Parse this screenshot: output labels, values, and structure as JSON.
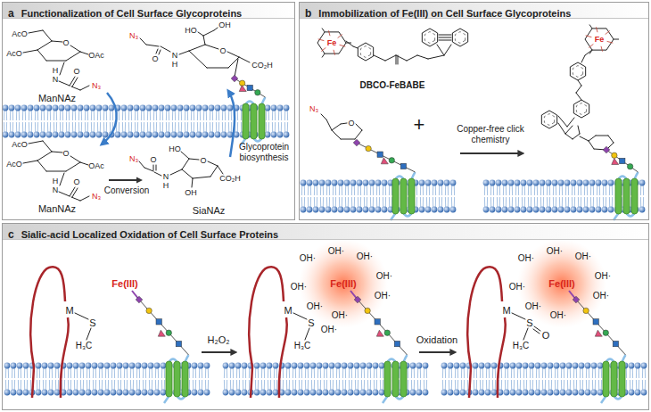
{
  "diagram": {
    "nodes": [
      {
        "text": [
          "a",
          "Functionalization of Cell Surface Glycoproteins"
        ]
      },
      {
        "text": [
          "b",
          "Immobilization of Fe(III) on Cell Surface Glycoproteins"
        ]
      },
      {
        "text": [
          "c",
          "Sialic-acid Localized Oxidation of Cell Surface Proteins"
        ]
      }
    ],
    "labels": [
      "AcO",
      "AcO",
      "O",
      "OAc",
      "H",
      "N",
      "O",
      "N₃",
      "ManNAz",
      "AcO",
      "AcO",
      "O",
      "OAc",
      "H",
      "N",
      "O",
      "N₃",
      "ManNAz",
      "Conversion",
      "N₃",
      "O",
      "N",
      "H",
      "HO",
      "O",
      "CO₂H",
      "OH",
      "SiaNAz",
      "Glycoprotein biosynthesis",
      "N₃",
      "O",
      "N",
      "H",
      "HO",
      "OH",
      "O",
      "CO₂H",
      "Fe",
      "DBCO-FeBABE",
      "N₃",
      "O",
      "+",
      "Copper-free click chemistry",
      "Fe",
      "Fe(III)",
      "M",
      "S",
      "H₃C",
      "H₂O₂",
      "Fe(III)",
      "M",
      "S",
      "H₃C",
      "OH·",
      "OH·",
      "OH·",
      "OH·",
      "OH·",
      "OH·",
      "OH·",
      "OH·",
      "OH·",
      "Oxidation",
      "Fe(III)",
      "M",
      "S",
      "H₃C",
      "O",
      "OH·",
      "OH·",
      "OH·",
      "OH·",
      "OH·",
      "OH·",
      "OH·",
      "OH·"
    ]
  }
}
